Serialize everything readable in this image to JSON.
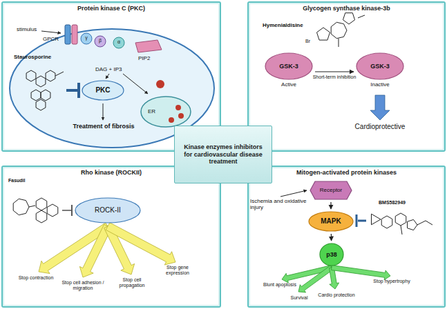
{
  "diagram": {
    "nodes": [
      {
        "text": [
          "Protein kinase C (PKC)"
        ]
      },
      {
        "text": [
          "PKC"
        ],
        "in": 0
      },
      {
        "text": [
          "Glycogen synthase kinase-3b"
        ]
      },
      {
        "text": [
          "GSK-3",
          "Active"
        ],
        "in": 2
      },
      {
        "text": [
          "GSK-3",
          "Inactive"
        ],
        "in": 2
      },
      {
        "text": [
          "Kinase enzymes inhibitors for cardiovascular disease treatment"
        ]
      },
      {
        "text": [
          "Rho kinase (ROCKII)"
        ]
      },
      {
        "text": [
          "ROCK-II"
        ],
        "in": 6
      },
      {
        "text": [
          "Mitogen-activated protein kinases"
        ]
      },
      {
        "text": [
          "Receptor"
        ],
        "in": 8
      },
      {
        "text": [
          "MAPK"
        ],
        "in": 8
      },
      {
        "text": [
          "p38"
        ],
        "in": 8
      }
    ],
    "edges": [
      {
        "from": 3,
        "to": 4,
        "arrow": "to",
        "label": "Short-term inhibition"
      },
      {
        "from": 9,
        "to": 10,
        "arrow": "to"
      },
      {
        "from": 10,
        "to": 11,
        "arrow": "to"
      }
    ],
    "labels": [
      "stimulus",
      "GPCR",
      "Staurosporine",
      "DAG + IP3",
      "PIP2",
      "ER",
      "Treatment of fibrosis",
      "γ",
      "β",
      "α",
      "Hymenialdisine",
      "Br",
      "Cardioprotective",
      "Fasudil",
      "Stop contraction",
      "Stop cell adhesion / migration",
      "Stop cell propagation",
      "Stop gene expression",
      "Ischemia and oxidative injury",
      "BMS582949",
      "Blunt apoptosis",
      "Survival",
      "Cardio protection",
      "Stop hypertrophy"
    ]
  }
}
